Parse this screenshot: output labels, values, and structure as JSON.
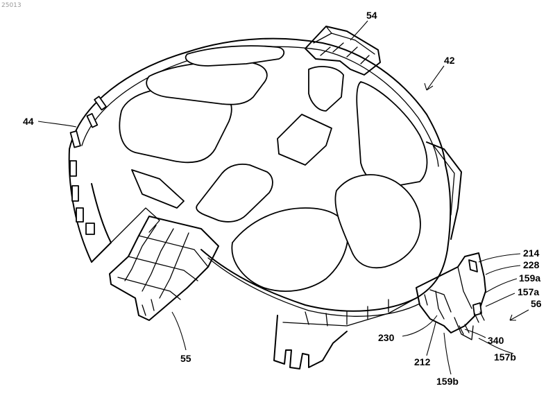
{
  "document_number": "25013",
  "reference_labels": {
    "l54": "54",
    "l42": "42",
    "l44": "44",
    "l55": "55",
    "l56": "56",
    "l214": "214",
    "l228": "228",
    "l159a": "159a",
    "l157a": "157a",
    "l230": "230",
    "l340": "340",
    "l212": "212",
    "l157b": "157b",
    "l159b": "159b"
  }
}
